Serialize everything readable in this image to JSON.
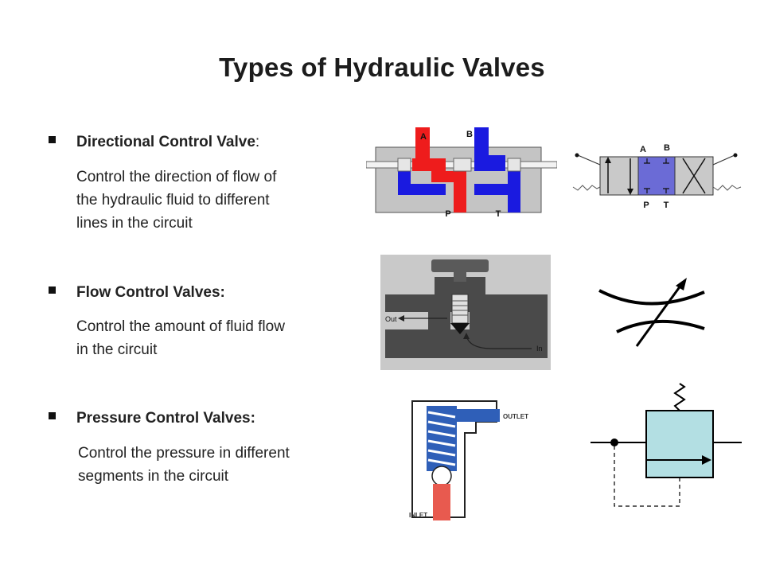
{
  "title": "Types of Hydraulic Valves",
  "sections": [
    {
      "heading": "Directional Control Valve",
      "heading_suffix": ":",
      "description_lines": [
        "Control the direction of flow of",
        "the hydraulic fluid to different",
        "lines in the circuit"
      ]
    },
    {
      "heading": "Flow Control Valves:",
      "heading_suffix": "",
      "description_lines": [
        "Control the amount of fluid flow",
        "in the circuit"
      ]
    },
    {
      "heading": "Pressure Control Valves:",
      "heading_suffix": "",
      "description_lines": [
        "Control the pressure in different",
        "segments in the circuit"
      ]
    }
  ],
  "figures": {
    "dcv_cutaway": {
      "port_a": "A",
      "port_b": "B",
      "port_p": "P",
      "port_t": "T"
    },
    "dcv_symbol": {
      "port_a": "A",
      "port_b": "B",
      "port_p": "P",
      "port_t": "T"
    },
    "flow_cutaway": {
      "out_label": "Out",
      "in_label": "In"
    },
    "pressure_cutaway": {
      "outlet_label": "OUTLET",
      "inlet_label": "INLET"
    }
  },
  "colors": {
    "pressure_red": "#ee1c1c",
    "tank_blue": "#1a1ae0",
    "body_gray": "#c8c8c8",
    "spool_purple": "#6b6bd6",
    "relief_body": "#b3dfe3",
    "relief_spring_blue": "#2f5fb8",
    "relief_inlet_red": "#e85a4f"
  }
}
